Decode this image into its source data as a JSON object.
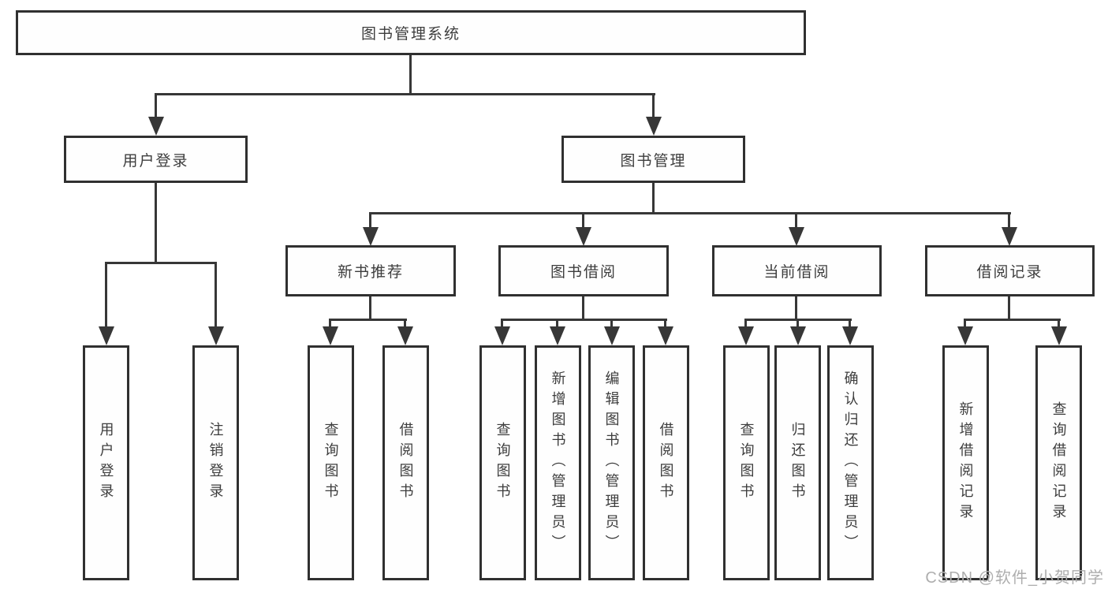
{
  "nodes": {
    "root": "图书管理系统",
    "user_login": "用户登录",
    "book_management": "图书管理",
    "new_book_recommend": "新书推荐",
    "book_borrow": "图书借阅",
    "current_borrow": "当前借阅",
    "borrow_records": "借阅记录"
  },
  "leaves": {
    "user_login": [
      "用户登录",
      "注销登录"
    ],
    "new_book_recommend": [
      "查询图书",
      "借阅图书"
    ],
    "book_borrow": [
      "查询图书",
      "新增图书（管理员）",
      "编辑图书（管理员）",
      "借阅图书"
    ],
    "current_borrow": [
      "查询图书",
      "归还图书",
      "确认归还（管理员）"
    ],
    "borrow_records": [
      "新增借阅记录",
      "查询借阅记录"
    ]
  },
  "watermark": "CSDN @软件_小贺同学",
  "colors": {
    "line": "#373737",
    "box_border": "#303030",
    "text": "#3d3d3d",
    "watermark": "#aeaeae",
    "background": "#ffffff"
  }
}
